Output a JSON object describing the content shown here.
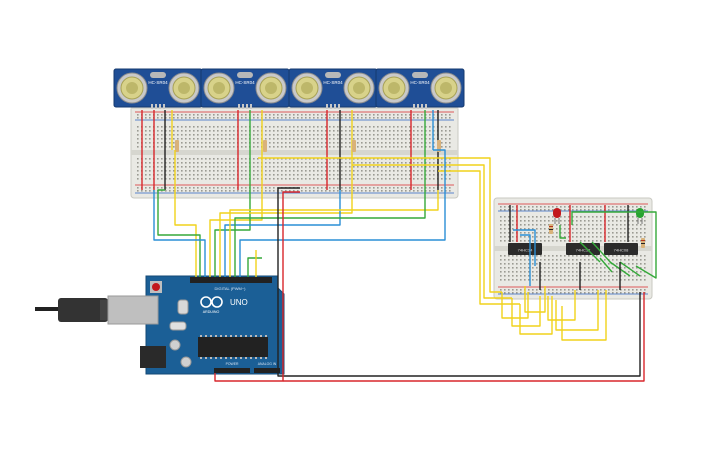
{
  "sensors": [
    {
      "label": "HC-SR04"
    },
    {
      "label": "HC-SR04"
    },
    {
      "label": "HC-SR04"
    },
    {
      "label": "HC-SR04"
    }
  ],
  "arduino": {
    "model": "UNO",
    "brand": "ARDUINO",
    "digital_label": "DIGITAL (PWM~)",
    "power_label": "POWER",
    "analog_label": "ANALOG IN"
  },
  "chips": [
    {
      "label": "74HC14"
    },
    {
      "label": "74HC32"
    },
    {
      "label": "74HC08"
    }
  ],
  "colors": {
    "sensor_board": "#1f4e96",
    "arduino_board": "#1b5f96",
    "breadboard": "#e9e9e4",
    "wire_yellow": "#f1d21b",
    "wire_green": "#35a93a",
    "wire_blue": "#2a8fd6",
    "wire_red": "#d8262b",
    "wire_black": "#222222",
    "led_red": "#c2181d",
    "led_green": "#27a331"
  }
}
